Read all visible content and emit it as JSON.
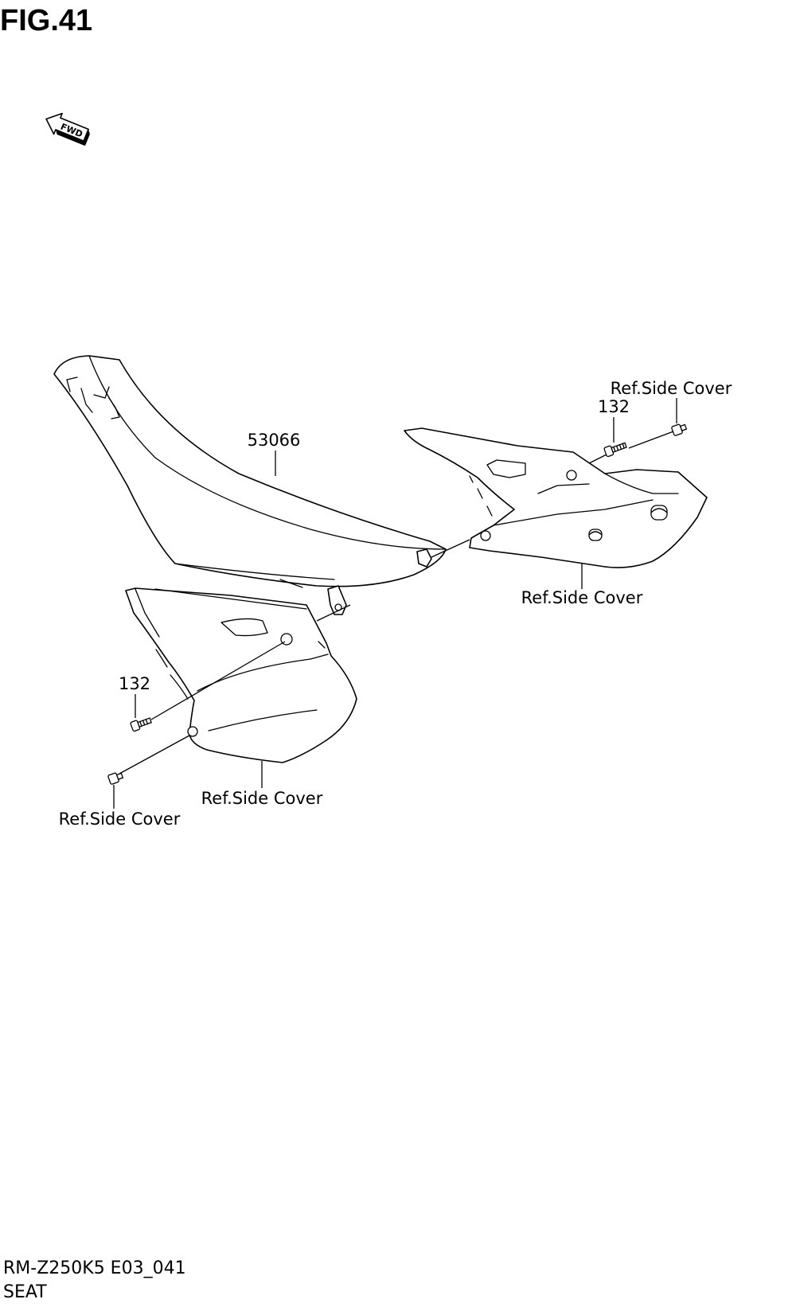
{
  "figure": {
    "title": "FIG.41",
    "fwd_label": "FWD"
  },
  "callouts": {
    "seat_part": "53066",
    "bolt_upper": "132",
    "ref_upper_right": "Ref.Side Cover",
    "ref_right_cover": "Ref.Side Cover",
    "bolt_lower": "132",
    "ref_left_cover": "Ref.Side Cover",
    "ref_lower_left": "Ref.Side Cover"
  },
  "footer": {
    "model_code": "RM-Z250K5 E03_041",
    "section_name": "SEAT"
  }
}
